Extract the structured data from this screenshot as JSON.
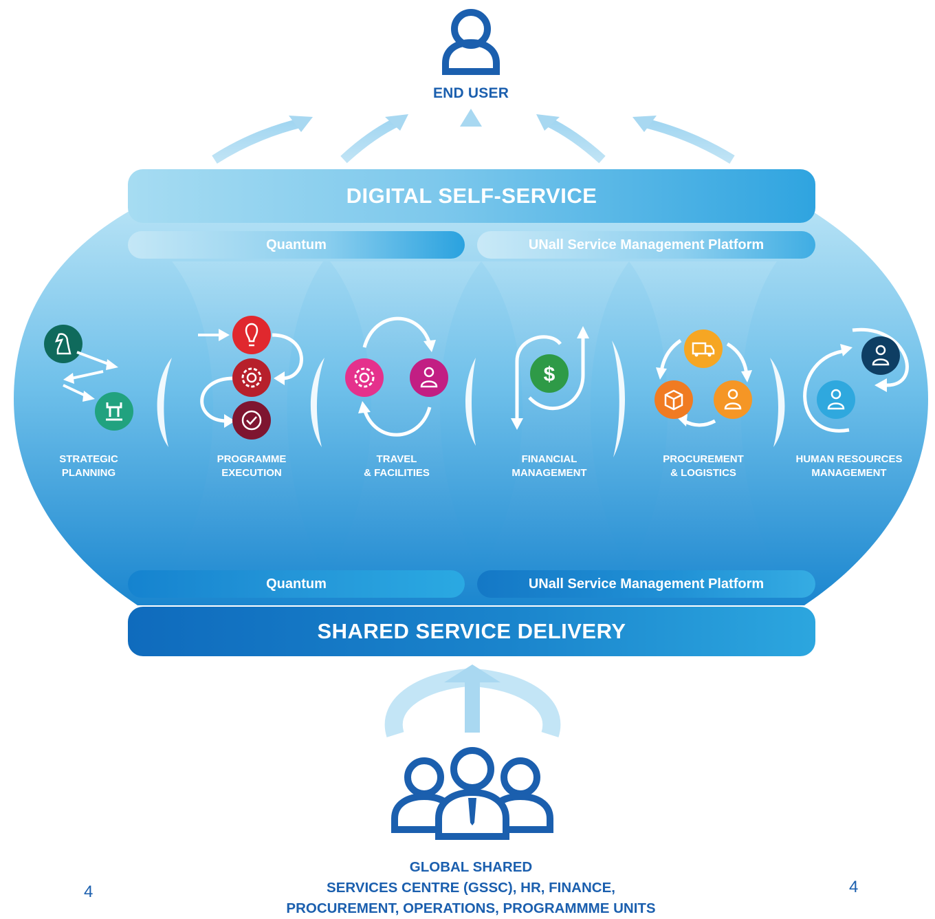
{
  "end_user": {
    "label": "END USER",
    "icon": "user-icon"
  },
  "top_bar": {
    "label": "DIGITAL SELF-SERVICE"
  },
  "top_platforms": {
    "quantum": "Quantum",
    "unall": "UNall Service Management Platform"
  },
  "modules": [
    {
      "label_line1": "STRATEGIC",
      "label_line2": "PLANNING",
      "icons": [
        "chess-knight-icon",
        "chess-rook-icon"
      ],
      "colors": [
        "#0f6a5c",
        "#21a27f"
      ]
    },
    {
      "label_line1": "PROGRAMME",
      "label_line2": "EXECUTION",
      "icons": [
        "lightbulb-icon",
        "gear-icon",
        "check-icon"
      ],
      "colors": [
        "#e0282e",
        "#b7202b",
        "#7e1530"
      ]
    },
    {
      "label_line1": "TRAVEL",
      "label_line2": "& FACILITIES",
      "icons": [
        "gear-icon",
        "user-icon"
      ],
      "colors": [
        "#e5318c",
        "#c21e83"
      ]
    },
    {
      "label_line1": "FINANCIAL",
      "label_line2": "MANAGEMENT",
      "icons": [
        "dollar-icon"
      ],
      "colors": [
        "#2e9a47"
      ]
    },
    {
      "label_line1": "PROCUREMENT",
      "label_line2": "& LOGISTICS",
      "icons": [
        "truck-icon",
        "box-icon",
        "user-icon"
      ],
      "colors": [
        "#f6a623",
        "#f07b22",
        "#f59625"
      ]
    },
    {
      "label_line1": "HUMAN RESOURCES",
      "label_line2": "MANAGEMENT",
      "icons": [
        "user-icon",
        "user-icon"
      ],
      "colors": [
        "#0e3e63",
        "#2fa8de"
      ]
    }
  ],
  "bottom_platforms": {
    "quantum": "Quantum",
    "unall": "UNall Service Management Platform"
  },
  "bottom_bar": {
    "label": "SHARED SERVICE DELIVERY"
  },
  "gssc": {
    "line1": "GLOBAL SHARED",
    "line2": "SERVICES CENTRE (GSSC), HR, FINANCE,",
    "line3": "PROCUREMENT, OPERATIONS, PROGRAMMME UNITS",
    "icon": "team-icon"
  },
  "page_number_left": "4",
  "page_number_right": "4",
  "colors": {
    "primary_blue": "#1b5fae",
    "light_blue": "#a9daf2",
    "dark_blue": "#0f6bbd"
  }
}
